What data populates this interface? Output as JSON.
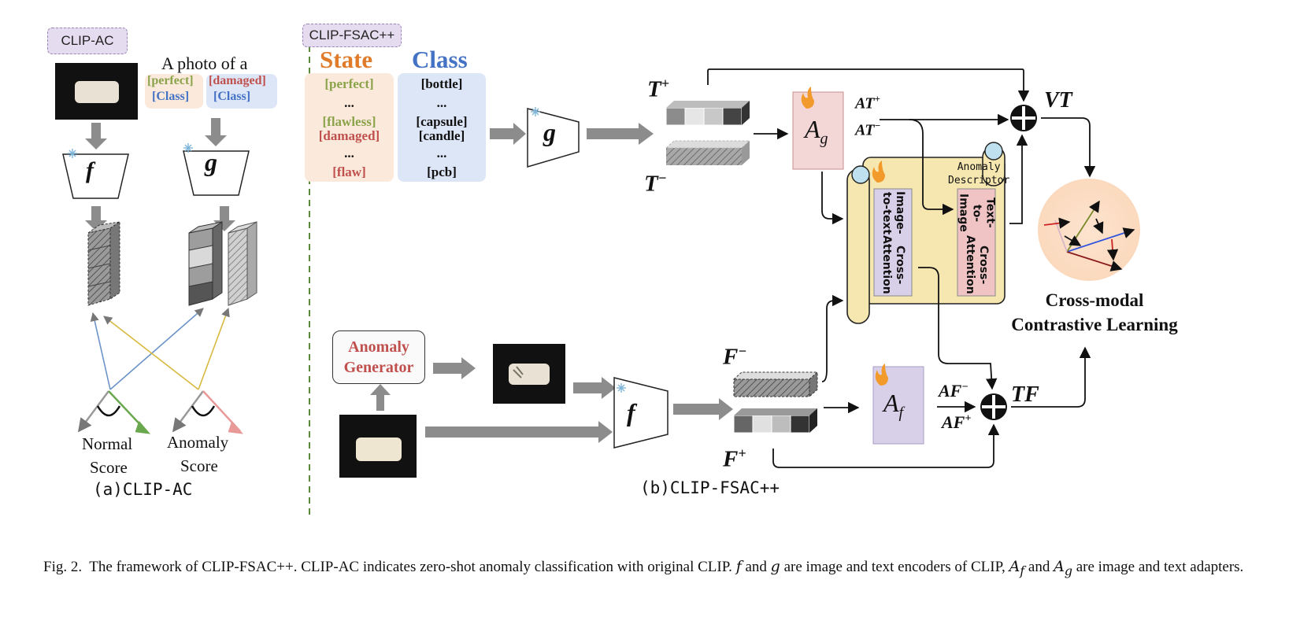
{
  "left": {
    "tag": "CLIP-AC",
    "prompt_title": "A photo of a",
    "prompt_perfect": "[perfect]",
    "prompt_class1": "[Class]",
    "prompt_damaged": "[damaged]",
    "prompt_class2": "[Class]",
    "image_encoder": "f",
    "text_encoder": "g",
    "normal_score_line1": "Normal",
    "normal_score_line2": "Score",
    "anomaly_score_line1": "Anomaly",
    "anomaly_score_line2": "Score",
    "subcaption": "(a)CLIP-AC"
  },
  "right": {
    "tag": "CLIP-FSAC++",
    "state_header": "State",
    "class_header": "Class",
    "state_items": [
      "[perfect]",
      "...",
      "[flawless]",
      "[damaged]",
      "...",
      "[flaw]"
    ],
    "class_items": [
      "[bottle]",
      "...",
      "[capsule]",
      "[candle]",
      "...",
      "[pcb]"
    ],
    "text_encoder": "g",
    "image_encoder": "f",
    "t_plus": "T",
    "t_plus_sup": "+",
    "t_minus": "T",
    "t_minus_sup": "−",
    "adapter_g": "A",
    "adapter_g_sub": "g",
    "at_plus": "AT",
    "at_plus_sup": "+",
    "at_minus": "AT",
    "at_minus_sup": "−",
    "vt": "VT",
    "anomaly_descriptor_line1": "Anomaly",
    "anomaly_descriptor_line2": "Descriptor",
    "img2text_line1": "Image-to-text",
    "img2text_line2": "Cross-Attention",
    "text2img_line1": "Text-to-Image",
    "text2img_line2": "Cross-Attention",
    "anomaly_gen_line1": "Anomaly",
    "anomaly_gen_line2": "Generator",
    "f_minus": "F",
    "f_minus_sup": "−",
    "f_plus": "F",
    "f_plus_sup": "+",
    "adapter_f": "A",
    "adapter_f_sub": "f",
    "af_minus": "AF",
    "af_minus_sup": "−",
    "af_plus": "AF",
    "af_plus_sup": "+",
    "tf": "TF",
    "contrastive_line1": "Cross-modal",
    "contrastive_line2": "Contrastive Learning",
    "subcaption": "(b)CLIP-FSAC++"
  },
  "caption": {
    "fig": "Fig. 2.",
    "text1": "The framework of CLIP-FSAC++. CLIP-AC indicates zero-shot anomaly classification with original CLIP.",
    "f": "f",
    "and1": "and",
    "g": "g",
    "text2": "are image and text encoders of CLIP,",
    "af": "A",
    "af_sub": "f",
    "and2": "and",
    "ag": "A",
    "ag_sub": "g",
    "text3": "are image and text adapters."
  },
  "colors": {
    "perfect": "#8aa34a",
    "damaged": "#c0504d",
    "class_blue": "#4472c4",
    "state_orange": "#e07b2a",
    "state_bg": "#fbeadc",
    "class_bg": "#dde6f7",
    "adapter_g_bg": "#f3d6d6",
    "adapter_f_bg": "#d8d0e8",
    "scroll_bg": "#f6e7b0"
  }
}
